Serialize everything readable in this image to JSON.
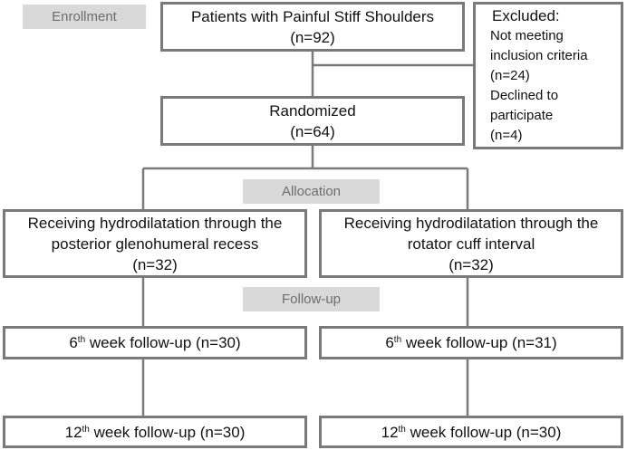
{
  "stages": {
    "enrollment": "Enrollment",
    "allocation": "Allocation",
    "followup": "Follow-up"
  },
  "boxes": {
    "patients": {
      "line1": "Patients with Painful Stiff Shoulders",
      "line2": "(n=92)"
    },
    "excluded": {
      "title": "Excluded:",
      "lines": [
        "Not meeting",
        "inclusion criteria",
        "(n=24)",
        "Declined to",
        "participate",
        "(n=4)"
      ]
    },
    "randomized": {
      "line1": "Randomized",
      "line2": "(n=64)"
    },
    "posterior": {
      "line1": "Receiving hydrodilatation through the",
      "line2": "posterior glenohumeral recess",
      "line3": "(n=32)"
    },
    "rotator": {
      "line1": "Receiving hydrodilatation through the",
      "line2": "rotator cuff interval",
      "line3": "(n=32)"
    },
    "left_6wk": {
      "num": "6",
      "sup": "th",
      "text": " week follow-up (n=30)"
    },
    "right_6wk": {
      "num": "6",
      "sup": "th",
      "text": " week follow-up (n=31)"
    },
    "left_12wk": {
      "num": "12",
      "sup": "th",
      "text": " week follow-up (n=30)"
    },
    "right_12wk": {
      "num": "12",
      "sup": "th",
      "text": " week follow-up (n=30)"
    }
  },
  "colors": {
    "border": "#7a7a7a",
    "stage_bg": "#d9d9d9",
    "stage_text": "#6e6e6e"
  }
}
